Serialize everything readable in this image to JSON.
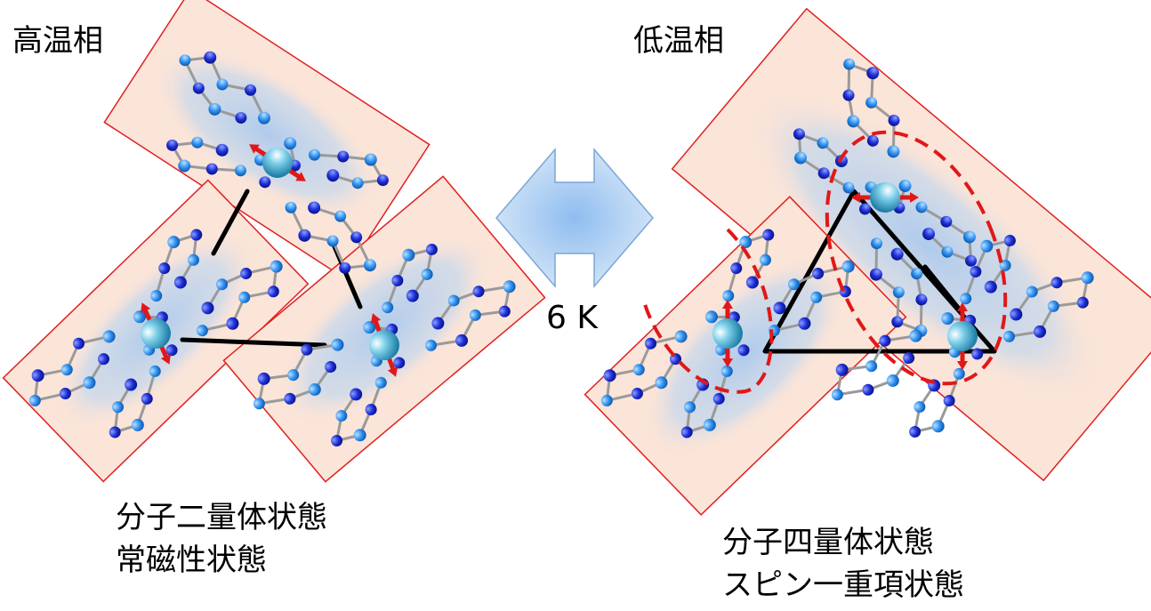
{
  "left_phase": {
    "title": "高温相",
    "state_line1": "分子二量体状態",
    "state_line2": "常磁性状態"
  },
  "right_phase": {
    "title": "低温相",
    "state_line1": "分子四量体状態",
    "state_line2": "スピン一重項状態"
  },
  "transition": {
    "temperature": "6 K"
  },
  "colors": {
    "box_fill": "#fbe4d8",
    "box_border": "#e02020",
    "atom_blue": "#1e2fd6",
    "atom_light": "#2f8ff0",
    "bond": "#9a9a9a",
    "center_atom": "#4fb6d8",
    "spin_arrow": "#e01818",
    "dimer_line": "#000000",
    "arrow_fill": "#c4dcf4"
  }
}
